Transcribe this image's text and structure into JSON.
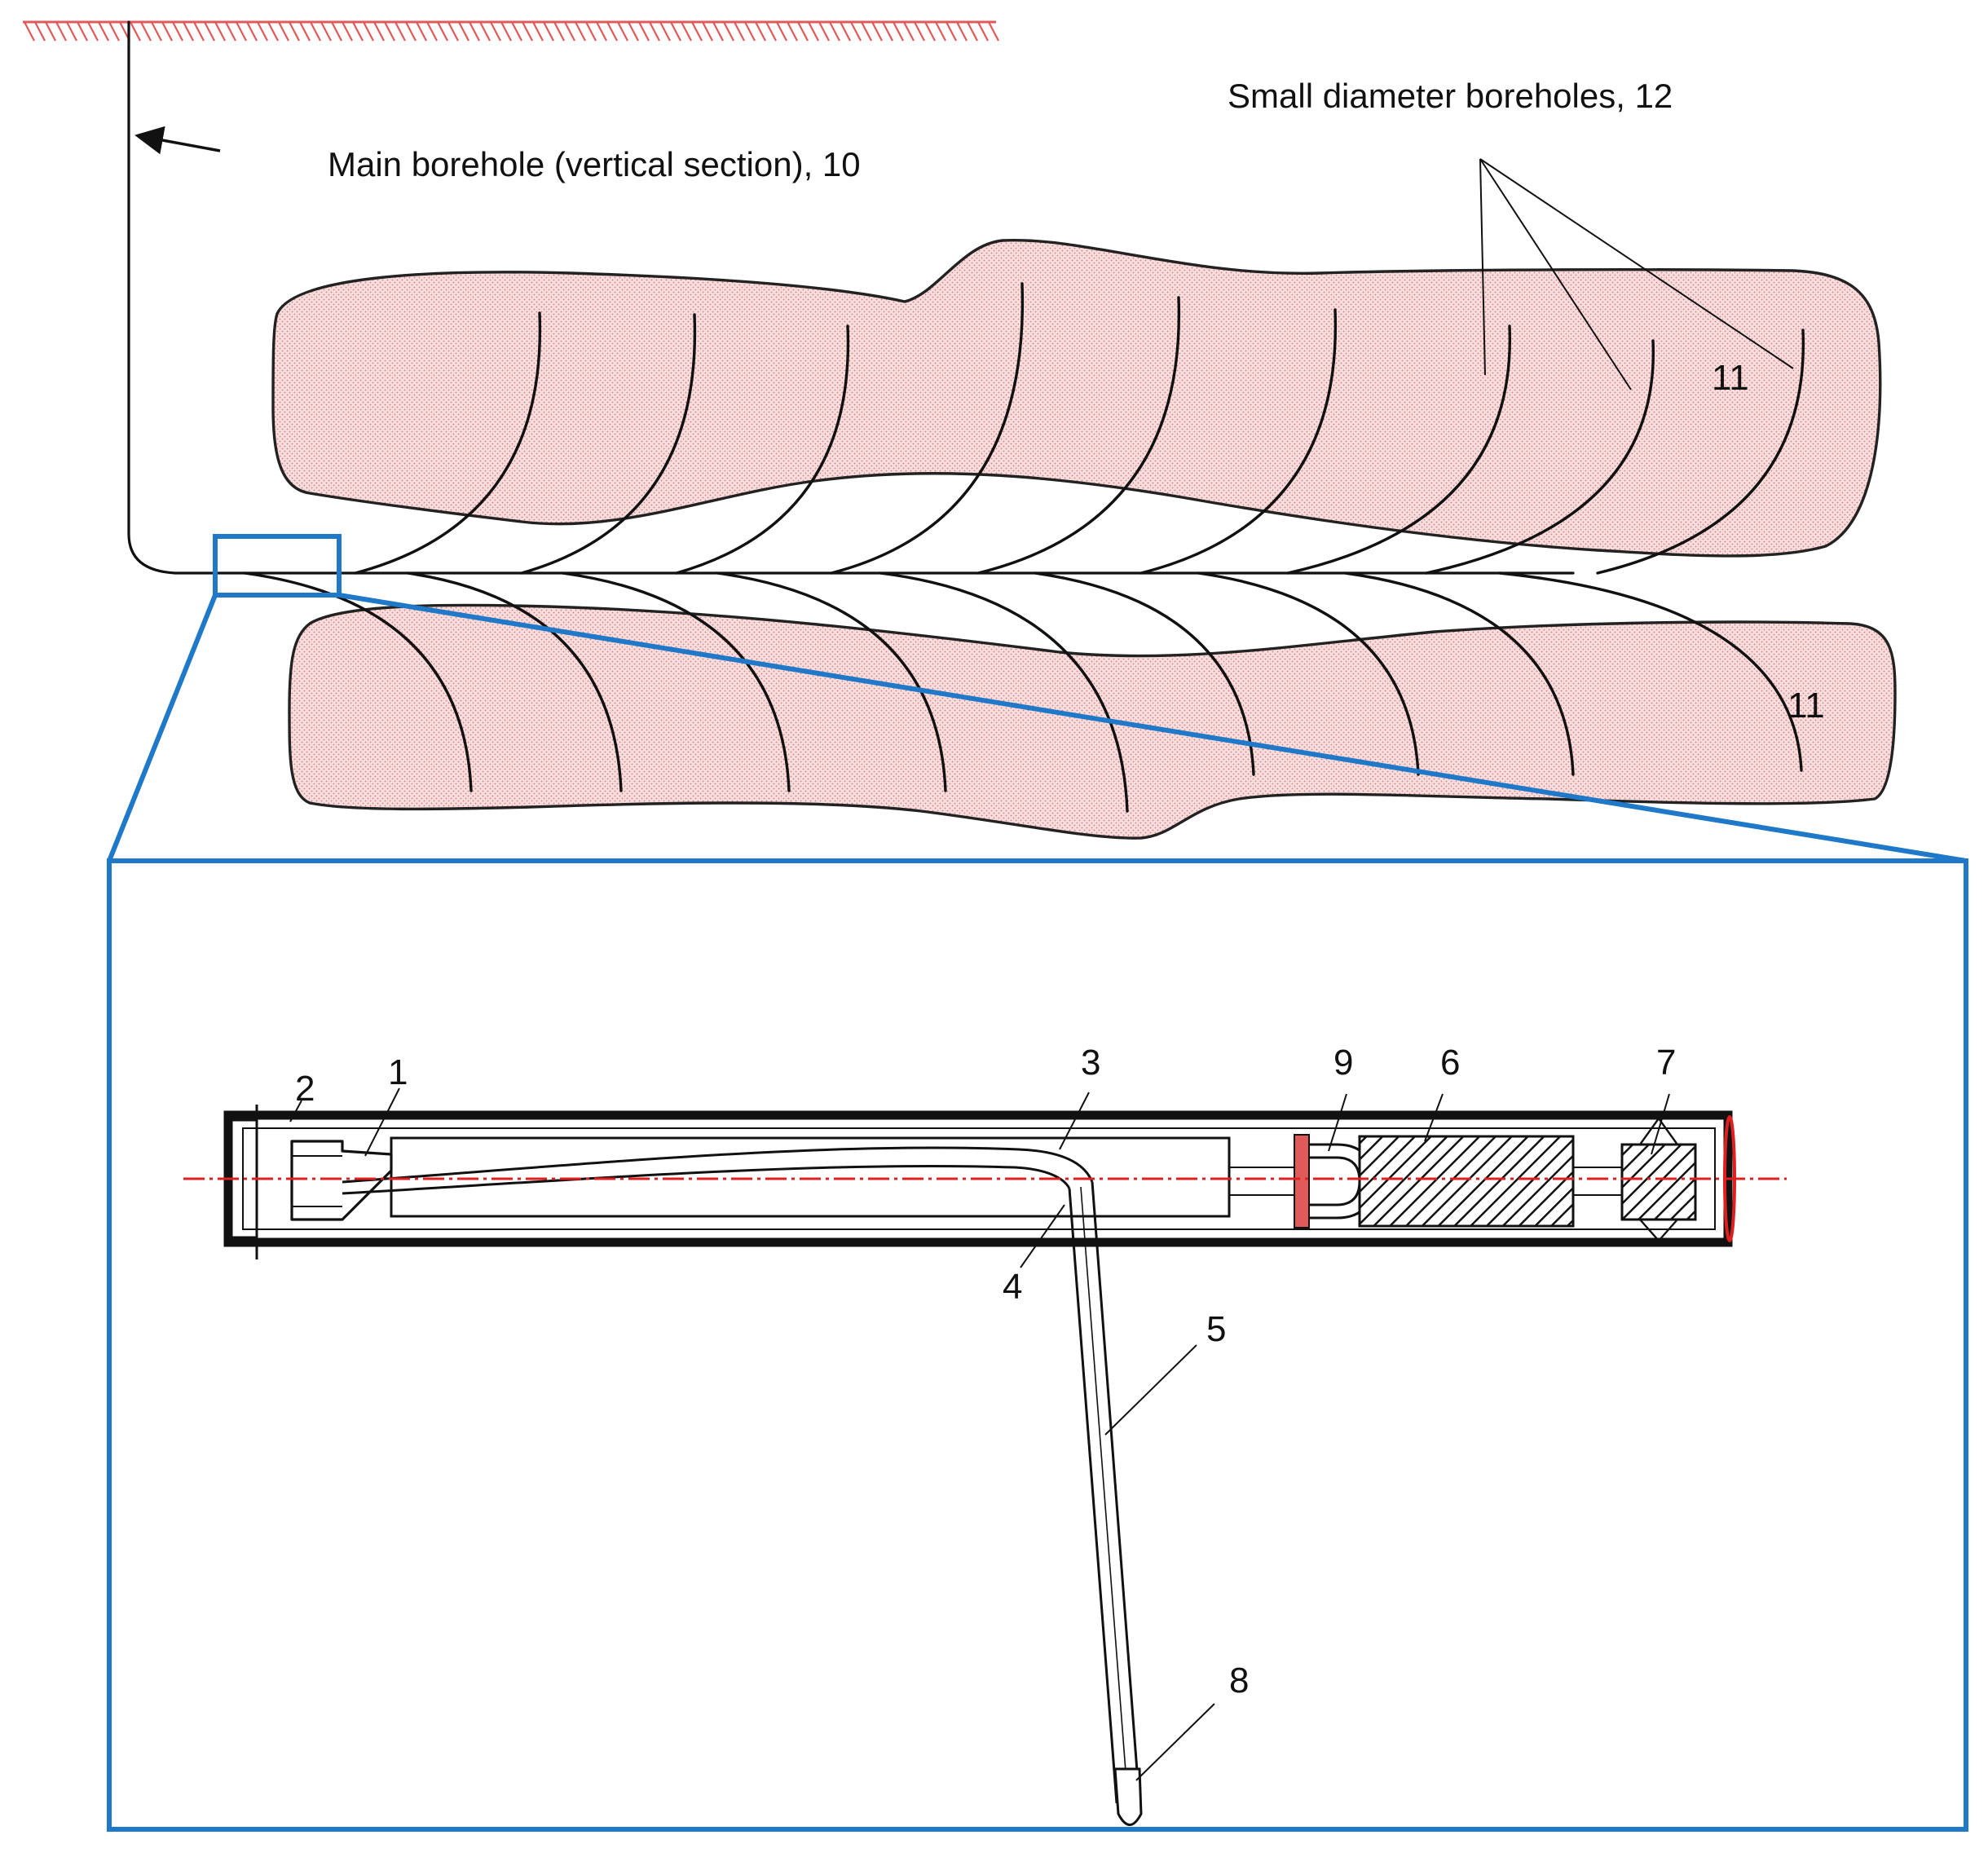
{
  "labels": {
    "main_borehole": "Main borehole (vertical section), 10",
    "small_boreholes": "Small diameter boreholes, 12",
    "zone_upper": "11",
    "zone_lower": "11"
  },
  "callouts": {
    "n1": "1",
    "n2": "2",
    "n3": "3",
    "n4": "4",
    "n5": "5",
    "n6": "6",
    "n7": "7",
    "n8": "8",
    "n9": "9"
  },
  "colors": {
    "zone_fill": "#f6dede",
    "zone_stipple": "#e07878",
    "ground_hatch": "#e05a5a",
    "detail_frame": "#1f78c8",
    "center_axis": "#e02020",
    "line": "#111111"
  }
}
